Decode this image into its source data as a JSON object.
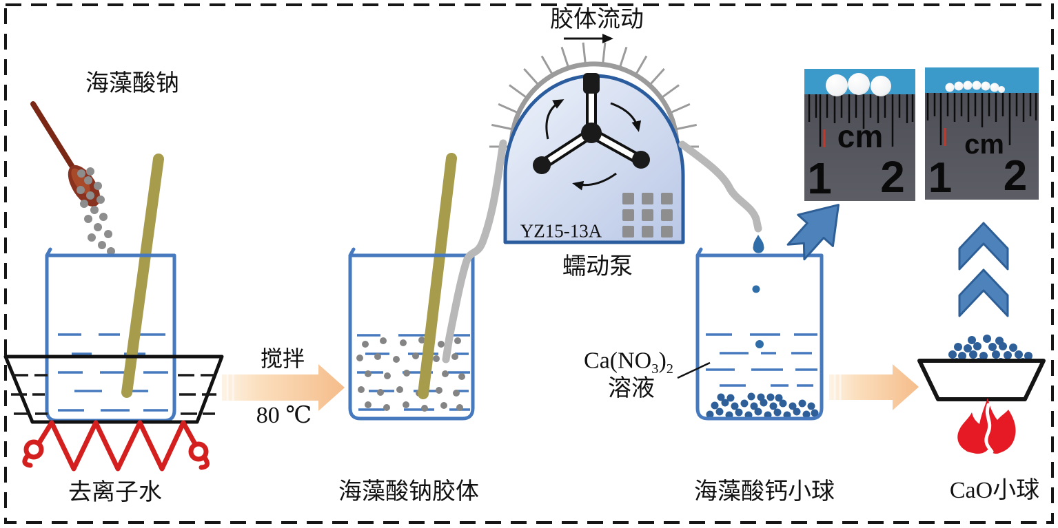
{
  "diagram": {
    "labels": {
      "sodium_alginate": "海藻酸钠",
      "deionized_water": "去离子水",
      "stirring": "搅拌",
      "temperature": "80 ℃",
      "sodium_alginate_colloid": "海藻酸钠胶体",
      "colloid_flow": "胶体流动",
      "pump_model": "YZ15-13A",
      "peristaltic_pump": "蠕动泵",
      "calcium_nitrate_pre": "Ca(NO",
      "calcium_nitrate_sub1": "3",
      "calcium_nitrate_post": ")",
      "calcium_nitrate_sub2": "2",
      "solution": "溶液",
      "calcium_alginate_beads": "海藻酸钙小球",
      "cao_beads": "CaO小球"
    },
    "photos": [
      {
        "unit": "cm",
        "num_left": "1",
        "num_right": "2",
        "bead_count": 3
      },
      {
        "unit": "cm",
        "num_left": "1",
        "num_right": "2",
        "bead_count": 7
      }
    ],
    "colors": {
      "beaker_blue": "#4679bd",
      "bead_blue": "#2e5f98",
      "arrow_blue": "#4d82ba",
      "arrow_blue_edge": "#2d5e95",
      "arrow_orange": "#f6bd8b",
      "heater_red": "#d41f1f",
      "flame_red": "#e51a24",
      "tube_gray": "#b8b8b8",
      "rod_olive": "#a79b4c",
      "photo_blue": "#3b9ac9",
      "ruler_gray": "#54555d"
    }
  }
}
